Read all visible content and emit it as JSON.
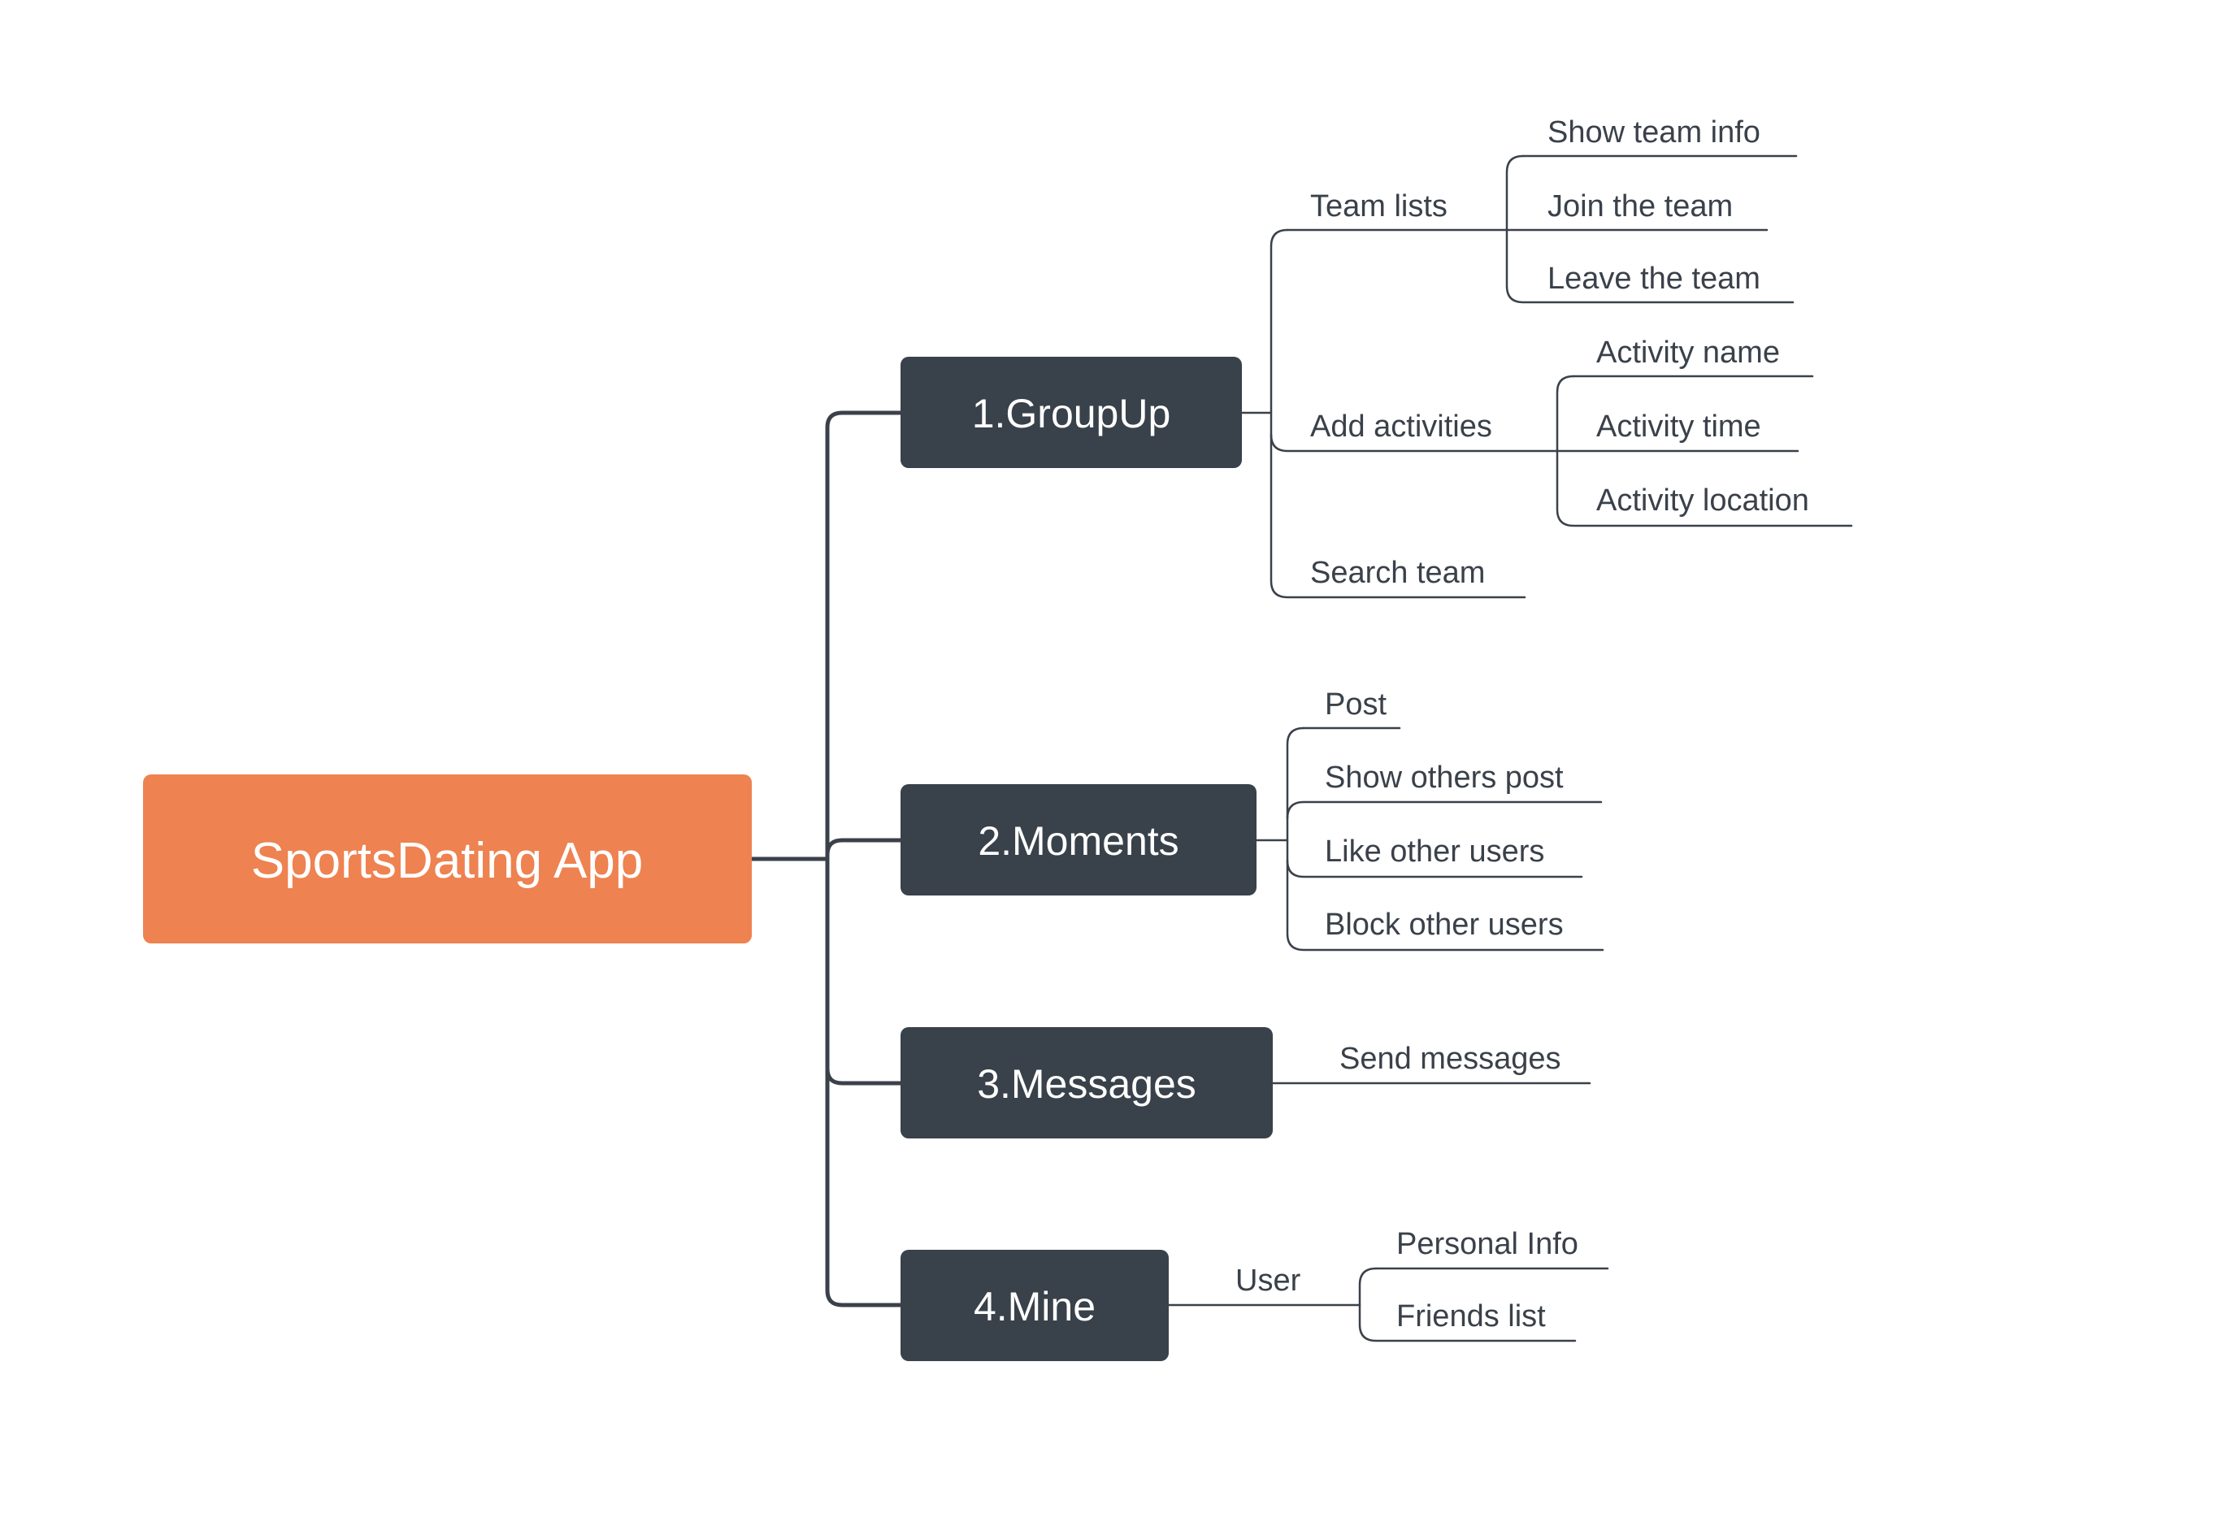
{
  "colors": {
    "root_fill": "#ee8250",
    "node_fill": "#39414a",
    "line": "#3a414a",
    "text_dark": "#3a414a",
    "text_light": "#ffffff",
    "background": "#ffffff"
  },
  "root": {
    "label": "SportsDating App"
  },
  "branches": [
    {
      "label": "1.GroupUp",
      "children": [
        {
          "label": "Team lists",
          "children": [
            {
              "label": "Show team info"
            },
            {
              "label": "Join the team"
            },
            {
              "label": "Leave the team"
            }
          ]
        },
        {
          "label": "Add activities",
          "children": [
            {
              "label": "Activity name"
            },
            {
              "label": "Activity time"
            },
            {
              "label": "Activity location"
            }
          ]
        },
        {
          "label": "Search team"
        }
      ]
    },
    {
      "label": "2.Moments",
      "children": [
        {
          "label": "Post"
        },
        {
          "label": "Show others post"
        },
        {
          "label": "Like other users"
        },
        {
          "label": "Block other users"
        }
      ]
    },
    {
      "label": "3.Messages",
      "children": [
        {
          "label": "Send messages"
        }
      ]
    },
    {
      "label": "4.Mine",
      "children": [
        {
          "label": "User",
          "children": [
            {
              "label": "Personal Info"
            },
            {
              "label": "Friends list"
            }
          ]
        }
      ]
    }
  ]
}
